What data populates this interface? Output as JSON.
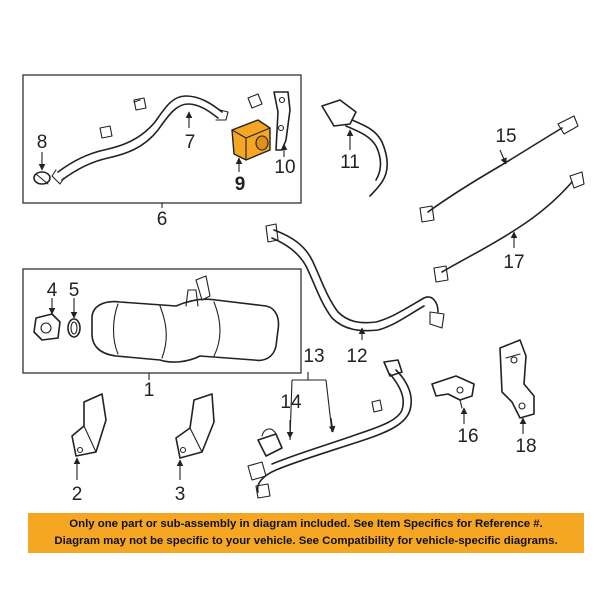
{
  "colors": {
    "highlight": "#f5a623",
    "banner": "#f5a623",
    "line": "#222222"
  },
  "callouts": {
    "c1": "1",
    "c2": "2",
    "c3": "3",
    "c4": "4",
    "c5": "5",
    "c6": "6",
    "c7": "7",
    "c8": "8",
    "c9": "9",
    "c10": "10",
    "c11": "11",
    "c12": "12",
    "c13": "13",
    "c14": "14",
    "c15": "15",
    "c16": "16",
    "c17": "17",
    "c18": "18"
  },
  "notice": {
    "line1": "Only one part or sub-assembly in diagram included. See Item Specifics for Reference #.",
    "line2": "Diagram may not be specific to your vehicle. See Compatibility for vehicle-specific diagrams."
  }
}
